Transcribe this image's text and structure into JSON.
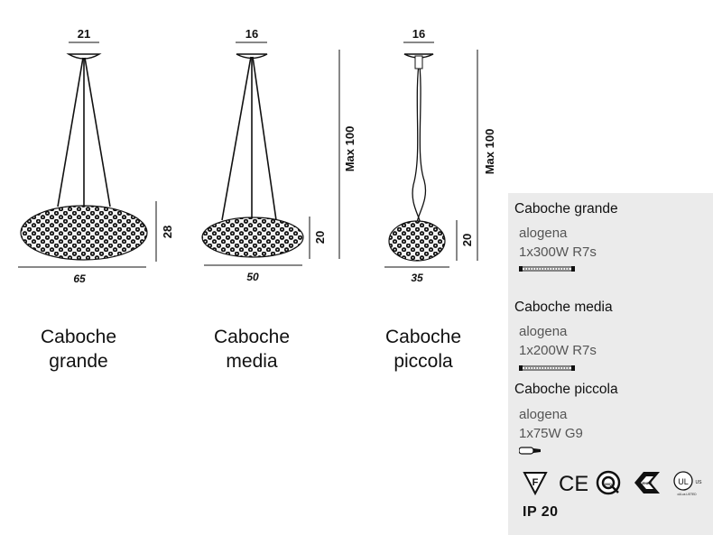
{
  "dimensions": {
    "grande": {
      "canopy": "21",
      "width": "65",
      "height": "28"
    },
    "media": {
      "canopy": "16",
      "width": "50",
      "height": "20",
      "max": "Max 100"
    },
    "piccola": {
      "canopy": "16",
      "width": "35",
      "height": "20",
      "max": "Max 100"
    }
  },
  "names": {
    "grande": [
      "Caboche",
      "grande"
    ],
    "media": [
      "Caboche",
      "media"
    ],
    "piccola": [
      "Caboche",
      "piccola"
    ]
  },
  "panel": {
    "items": [
      {
        "title": "Caboche grande",
        "type": "alogena",
        "spec": "1x300W R7s"
      },
      {
        "title": "Caboche media",
        "type": "alogena",
        "spec": "1x200W R7s"
      },
      {
        "title": "Caboche piccola",
        "type": "alogena",
        "spec": "1x75W G9"
      }
    ],
    "certifications": [
      "F",
      "CE",
      "IMQ",
      "ENEC",
      "cULus LISTED"
    ],
    "ip_rating": "IP 20"
  }
}
